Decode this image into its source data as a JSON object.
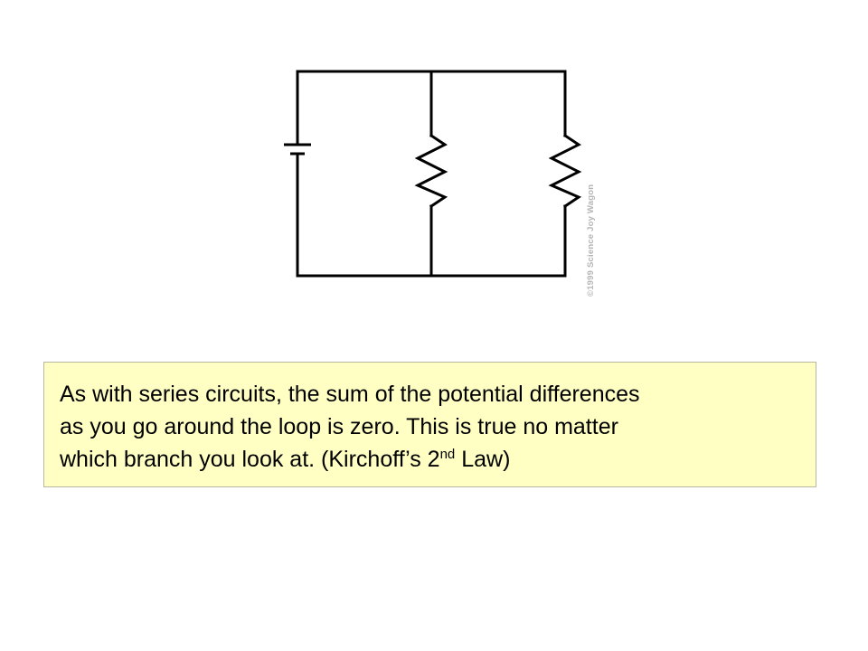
{
  "diagram": {
    "type": "parallel-circuit",
    "components": [
      {
        "name": "battery",
        "kind": "cell"
      },
      {
        "name": "resistor-1",
        "kind": "resistor",
        "branch": "middle"
      },
      {
        "name": "resistor-2",
        "kind": "resistor",
        "branch": "right"
      }
    ],
    "credit": "©1999 Science Joy Wagon"
  },
  "note": {
    "lines": [
      "As with series circuits, the sum of the potential differences",
      "as you go around the loop is zero.  This is true no matter"
    ],
    "line3_prefix": "which branch you look at.   (Kirchoff’s 2",
    "line3_sup": "nd",
    "line3_suffix": " Law)"
  }
}
